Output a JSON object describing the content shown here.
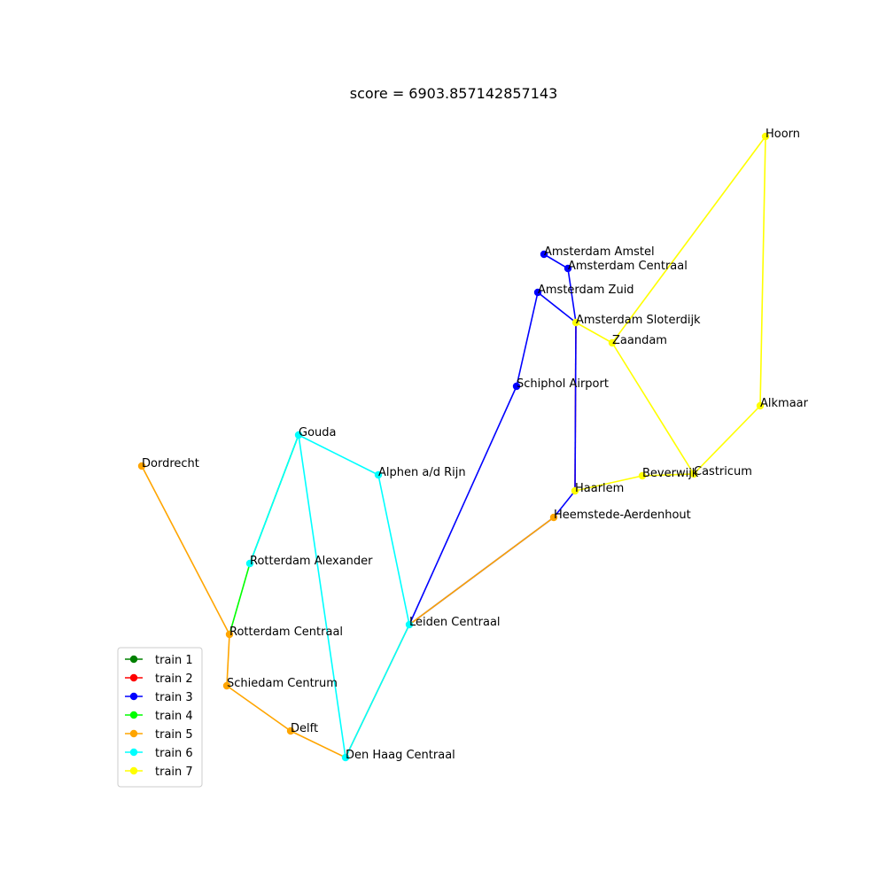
{
  "chart_data": {
    "type": "network",
    "title": "score = 6903.857142857143",
    "legend_placement": "lower-left",
    "stations": [
      "Hoorn",
      "Amsterdam Amstel",
      "Amsterdam Centraal",
      "Amsterdam Zuid",
      "Amsterdam Sloterdijk",
      "Zaandam",
      "Schiphol Airport",
      "Alkmaar",
      "Gouda",
      "Alphen a/d Rijn",
      "Dordrecht",
      "Castricum",
      "Beverwijk",
      "Haarlem",
      "Heemstede-Aerdenhout",
      "Rotterdam Alexander",
      "Leiden Centraal",
      "Rotterdam Centraal",
      "Schiedam Centrum",
      "Delft",
      "Den Haag Centraal"
    ],
    "trains": [
      {
        "name": "train 1",
        "color": "#008000",
        "route": []
      },
      {
        "name": "train 2",
        "color": "#ff0000",
        "route": [
          "Amsterdam Sloterdijk",
          "Haarlem"
        ]
      },
      {
        "name": "train 3",
        "color": "#0000ff",
        "route": [
          "Amsterdam Amstel",
          "Amsterdam Centraal",
          "Amsterdam Sloterdijk",
          "Haarlem",
          "Heemstede-Aerdenhout",
          "Leiden Centraal",
          "Schiphol Airport",
          "Amsterdam Zuid",
          "Amsterdam Sloterdijk"
        ]
      },
      {
        "name": "train 4",
        "color": "#00ff00",
        "route": [
          "Gouda",
          "Rotterdam Alexander",
          "Rotterdam Centraal"
        ]
      },
      {
        "name": "train 5",
        "color": "#ffa500",
        "route": [
          "Dordrecht",
          "Rotterdam Centraal",
          "Schiedam Centrum",
          "Delft",
          "Den Haag Centraal",
          "Leiden Centraal",
          "Heemstede-Aerdenhout"
        ]
      },
      {
        "name": "train 6",
        "color": "#00ffff",
        "route": [
          "Rotterdam Alexander",
          "Gouda",
          "Den Haag Centraal",
          "Leiden Centraal",
          "Alphen a/d Rijn",
          "Gouda"
        ]
      },
      {
        "name": "train 7",
        "color": "#ffff00",
        "route": [
          "Haarlem",
          "Beverwijk",
          "Castricum",
          "Alkmaar",
          "Hoorn",
          "Zaandam",
          "Amsterdam Sloterdijk"
        ]
      }
    ],
    "extra_segments": [
      {
        "train": "train 7",
        "from": "Zaandam",
        "to": "Castricum"
      }
    ]
  }
}
